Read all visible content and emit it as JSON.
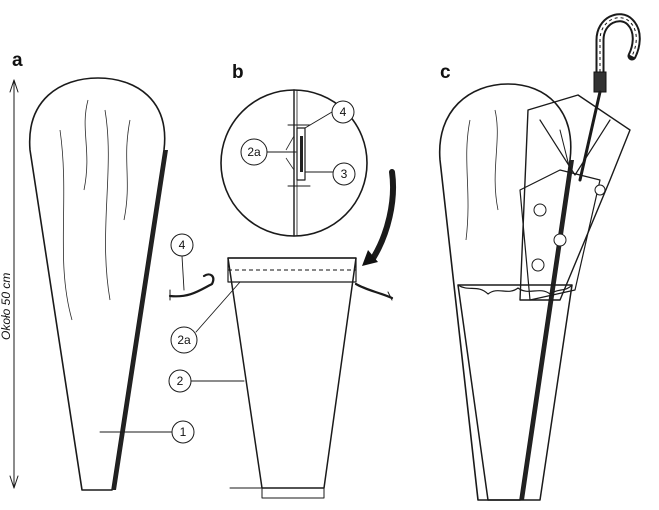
{
  "panels": {
    "a": {
      "letter": "a",
      "dimension_label": "Około 50 cm",
      "callouts": [
        "1"
      ]
    },
    "b": {
      "letter": "b",
      "callouts": [
        "4",
        "2a",
        "3",
        "4",
        "2a",
        "2"
      ]
    },
    "c": {
      "letter": "c"
    }
  },
  "colors": {
    "ink": "#1a1a1a",
    "paper": "#ffffff"
  }
}
